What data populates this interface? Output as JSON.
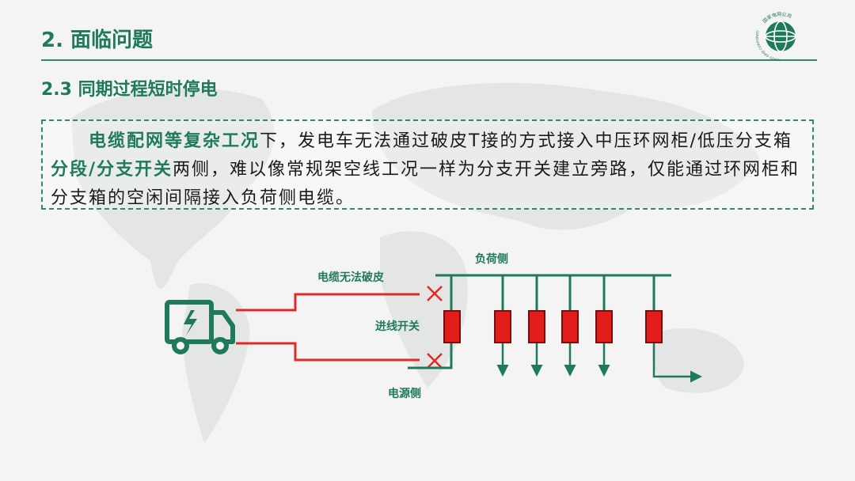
{
  "header": {
    "title": "2. 面临问题",
    "subtitle": "2.3 同期过程短时停电"
  },
  "logo": {
    "cn_text": "国家电网公司",
    "en_text": "STATE GRID CORPORATION OF CHINA"
  },
  "paragraph": {
    "part1_em": "电缆配网等复杂工况",
    "part2": "下，发电车无法通过破皮T接的方式接入中压环网柜/低压分支箱",
    "part3_em": "分段/分支开关",
    "part4": "两侧，难以像常规架空线工况一样为分支开关建立旁路，仅能通过环网柜和分支箱的空闲间隔接入负荷侧电缆。"
  },
  "diagram": {
    "label_load_side": "负荷侧",
    "label_cable_unable": "电缆无法破皮",
    "label_incoming_switch": "进线开关",
    "label_source_side": "电源侧",
    "truck_icon": "generator-truck-icon",
    "colors": {
      "green": "#1f7a5a",
      "red": "#e02a2a",
      "switch_fill": "#e31c1c",
      "switch_border": "#7a0c0c"
    }
  }
}
